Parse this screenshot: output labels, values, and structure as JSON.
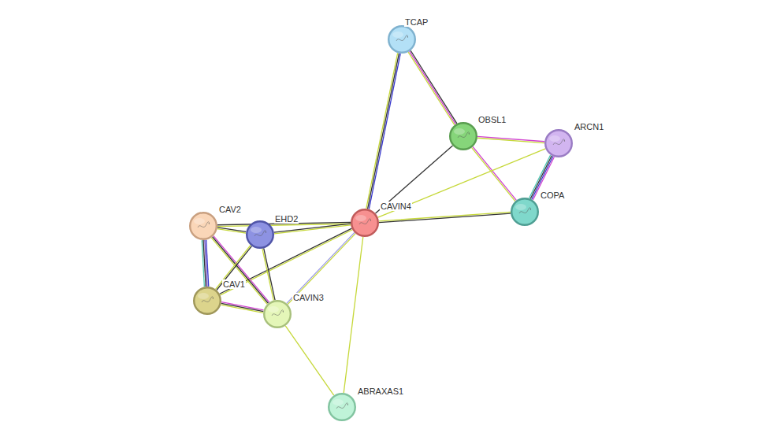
{
  "diagram": {
    "nodes": [
      {
        "text": [
          "TCAP"
        ]
      },
      {
        "text": [
          "OBSL1"
        ]
      },
      {
        "text": [
          "ARCN1"
        ]
      },
      {
        "text": [
          "CAVIN4"
        ]
      },
      {
        "text": [
          "COPA"
        ]
      },
      {
        "text": [
          "CAV2"
        ]
      },
      {
        "text": [
          "EHD2"
        ]
      },
      {
        "text": [
          "CAV1"
        ]
      },
      {
        "text": [
          "CAVIN3"
        ]
      },
      {
        "text": [
          "ABRAXAS1"
        ]
      }
    ],
    "edges": [
      {
        "from": 0,
        "to": 3,
        "arrow": "none"
      },
      {
        "from": 0,
        "to": 1,
        "arrow": "none"
      },
      {
        "from": 1,
        "to": 3,
        "arrow": "none"
      },
      {
        "from": 1,
        "to": 2,
        "arrow": "none"
      },
      {
        "from": 1,
        "to": 4,
        "arrow": "none"
      },
      {
        "from": 2,
        "to": 4,
        "arrow": "none"
      },
      {
        "from": 2,
        "to": 3,
        "arrow": "none"
      },
      {
        "from": 4,
        "to": 3,
        "arrow": "none"
      },
      {
        "from": 5,
        "to": 3,
        "arrow": "none"
      },
      {
        "from": 6,
        "to": 3,
        "arrow": "none"
      },
      {
        "from": 7,
        "to": 3,
        "arrow": "none"
      },
      {
        "from": 8,
        "to": 3,
        "arrow": "none"
      },
      {
        "from": 9,
        "to": 3,
        "arrow": "none"
      },
      {
        "from": 8,
        "to": 9,
        "arrow": "none"
      },
      {
        "from": 5,
        "to": 6,
        "arrow": "none"
      },
      {
        "from": 5,
        "to": 7,
        "arrow": "none"
      },
      {
        "from": 5,
        "to": 8,
        "arrow": "none"
      },
      {
        "from": 6,
        "to": 7,
        "arrow": "none"
      },
      {
        "from": 6,
        "to": 8,
        "arrow": "none"
      },
      {
        "from": 7,
        "to": 8,
        "arrow": "none"
      }
    ]
  }
}
